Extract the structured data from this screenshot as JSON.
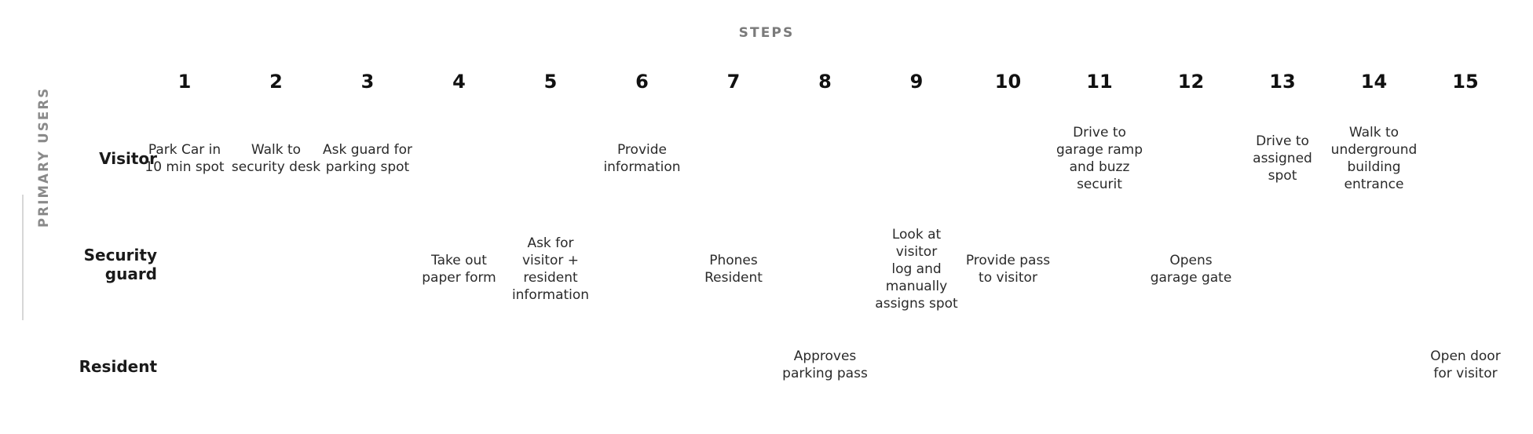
{
  "header": {
    "steps_caption": "STEPS",
    "axis_label": "PRIMARY USERS"
  },
  "columns": [
    {
      "number": "1"
    },
    {
      "number": "2"
    },
    {
      "number": "3"
    },
    {
      "number": "4"
    },
    {
      "number": "5"
    },
    {
      "number": "6"
    },
    {
      "number": "7"
    },
    {
      "number": "8"
    },
    {
      "number": "9"
    },
    {
      "number": "10"
    },
    {
      "number": "11"
    },
    {
      "number": "12"
    },
    {
      "number": "13"
    },
    {
      "number": "14"
    },
    {
      "number": "15"
    }
  ],
  "rows": [
    {
      "label": "Visitor",
      "cells": [
        "Park Car in\n10 min spot",
        "Walk to\nsecurity desk",
        "Ask guard for\nparking spot",
        "",
        "",
        "Provide\ninformation",
        "",
        "",
        "",
        "",
        "Drive to\ngarage ramp\nand buzz\nsecurit",
        "",
        "Drive to\nassigned\nspot",
        "Walk to\nunderground\nbuilding\nentrance",
        ""
      ]
    },
    {
      "label": "Security\nguard",
      "cells": [
        "",
        "",
        "",
        "Take out\npaper form",
        "Ask for\nvisitor +\nresident\ninformation",
        "",
        "Phones\nResident",
        "",
        "Look at\nvisitor\nlog and\nmanually\nassigns spot",
        "Provide pass\nto visitor",
        "",
        "Opens\ngarage gate",
        "",
        "",
        ""
      ]
    },
    {
      "label": "Resident",
      "cells": [
        "",
        "",
        "",
        "",
        "",
        "",
        "",
        "Approves\nparking pass",
        "",
        "",
        "",
        "",
        "",
        "",
        "Open door\nfor visitor"
      ]
    }
  ],
  "colors": {
    "caption": "#7b7b7b",
    "axis_label": "#8a8a8a",
    "axis_rule": "#d7d7d7",
    "text": "#2a2a2a",
    "background": "#ffffff"
  }
}
